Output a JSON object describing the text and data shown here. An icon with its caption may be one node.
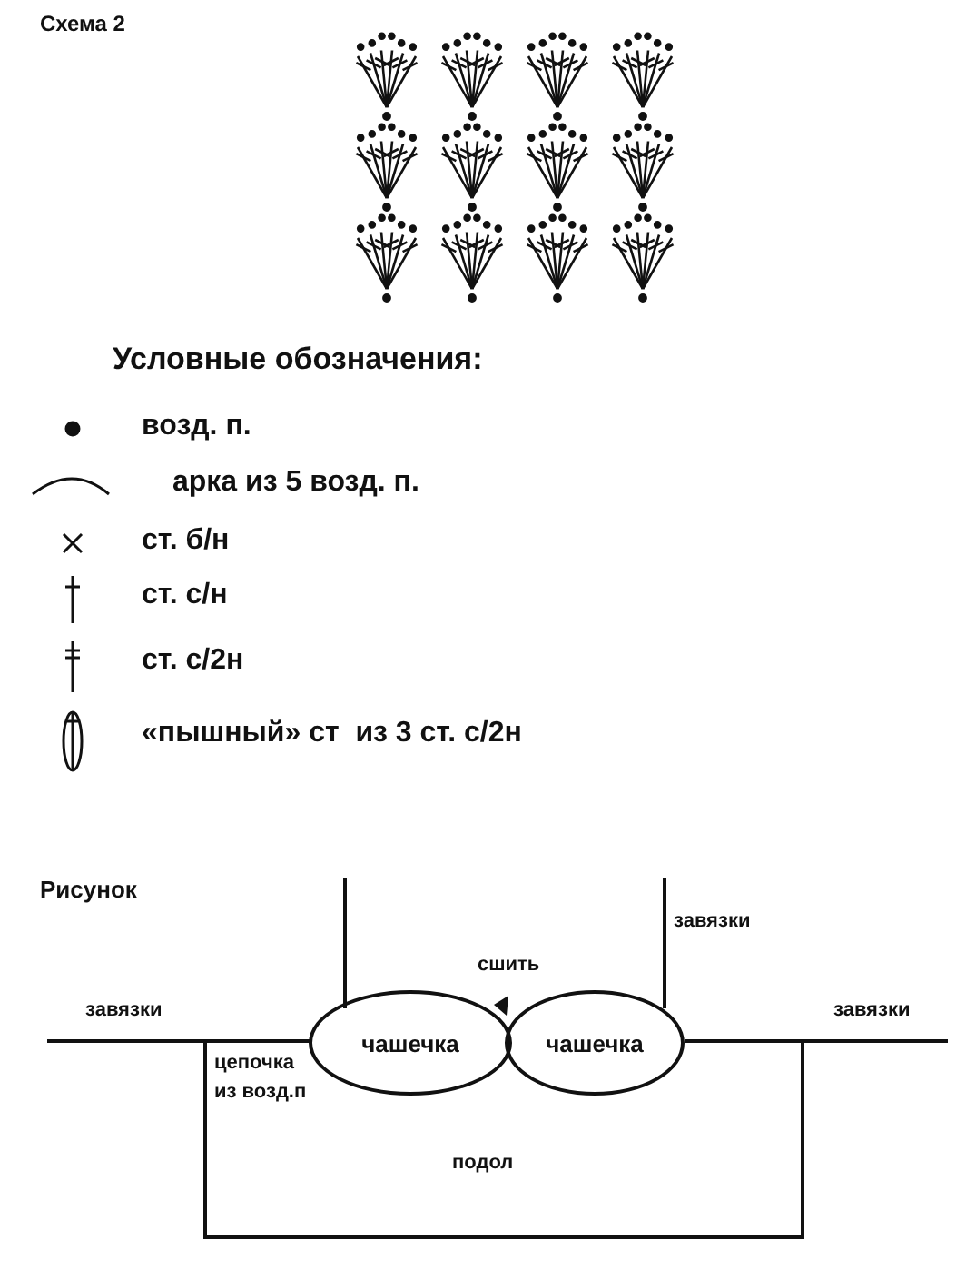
{
  "diagram": {
    "nodes": [
      {
        "text": [
          "чашечка"
        ]
      },
      {
        "text": [
          "чашечка"
        ]
      }
    ],
    "edges": [],
    "labels": [
      "Схема 2",
      "Условные обозначения:",
      "Рисунок",
      "завязки",
      "сшить",
      "завязки",
      "завязки",
      "цепочка из возд.п",
      "подол"
    ],
    "legend": [
      {
        "text": "возд. п."
      },
      {
        "text": "арка из 5 возд. п."
      },
      {
        "text": "ст. б/н"
      },
      {
        "text": "ст. с/н"
      },
      {
        "text": "ст. с/2н"
      },
      {
        "text": "«пышный» ст  из 3 ст. с/2н"
      }
    ]
  }
}
